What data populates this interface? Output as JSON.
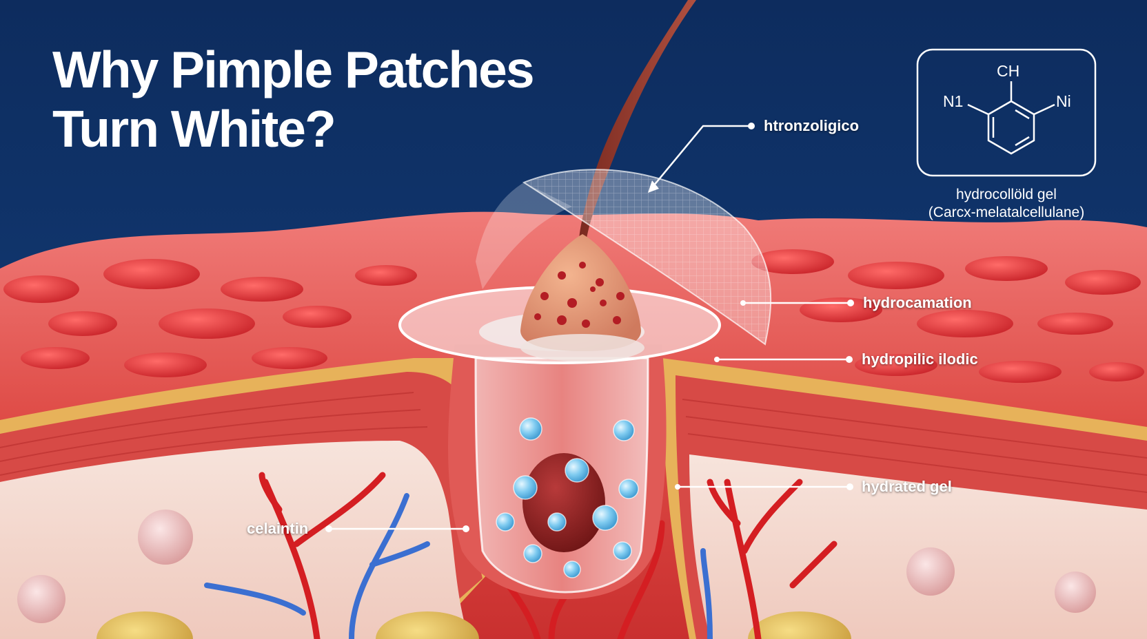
{
  "title": {
    "line1": "Why Pimple Patches",
    "line2": "Turn White?"
  },
  "callouts": {
    "top": "htronzoligico",
    "patch_surface": "hydrocamation",
    "patch_layer": "hydropilic ilodic",
    "gel": "hydrated gel",
    "left": "celaintin"
  },
  "molecule": {
    "top_group": "CH",
    "left_group": "N1",
    "right_group": "Ni",
    "caption_line1": "hydrocollöld gel",
    "caption_line2": "(Carcx-melatalcellulane)"
  },
  "colors": {
    "background": "#0c2d60",
    "skin": "#d9443f",
    "dermis": "#f4dcd3",
    "patch": "#ffffff",
    "artery": "#d41e22",
    "vein": "#3b6fd1",
    "droplet": "#5fb8e8"
  }
}
